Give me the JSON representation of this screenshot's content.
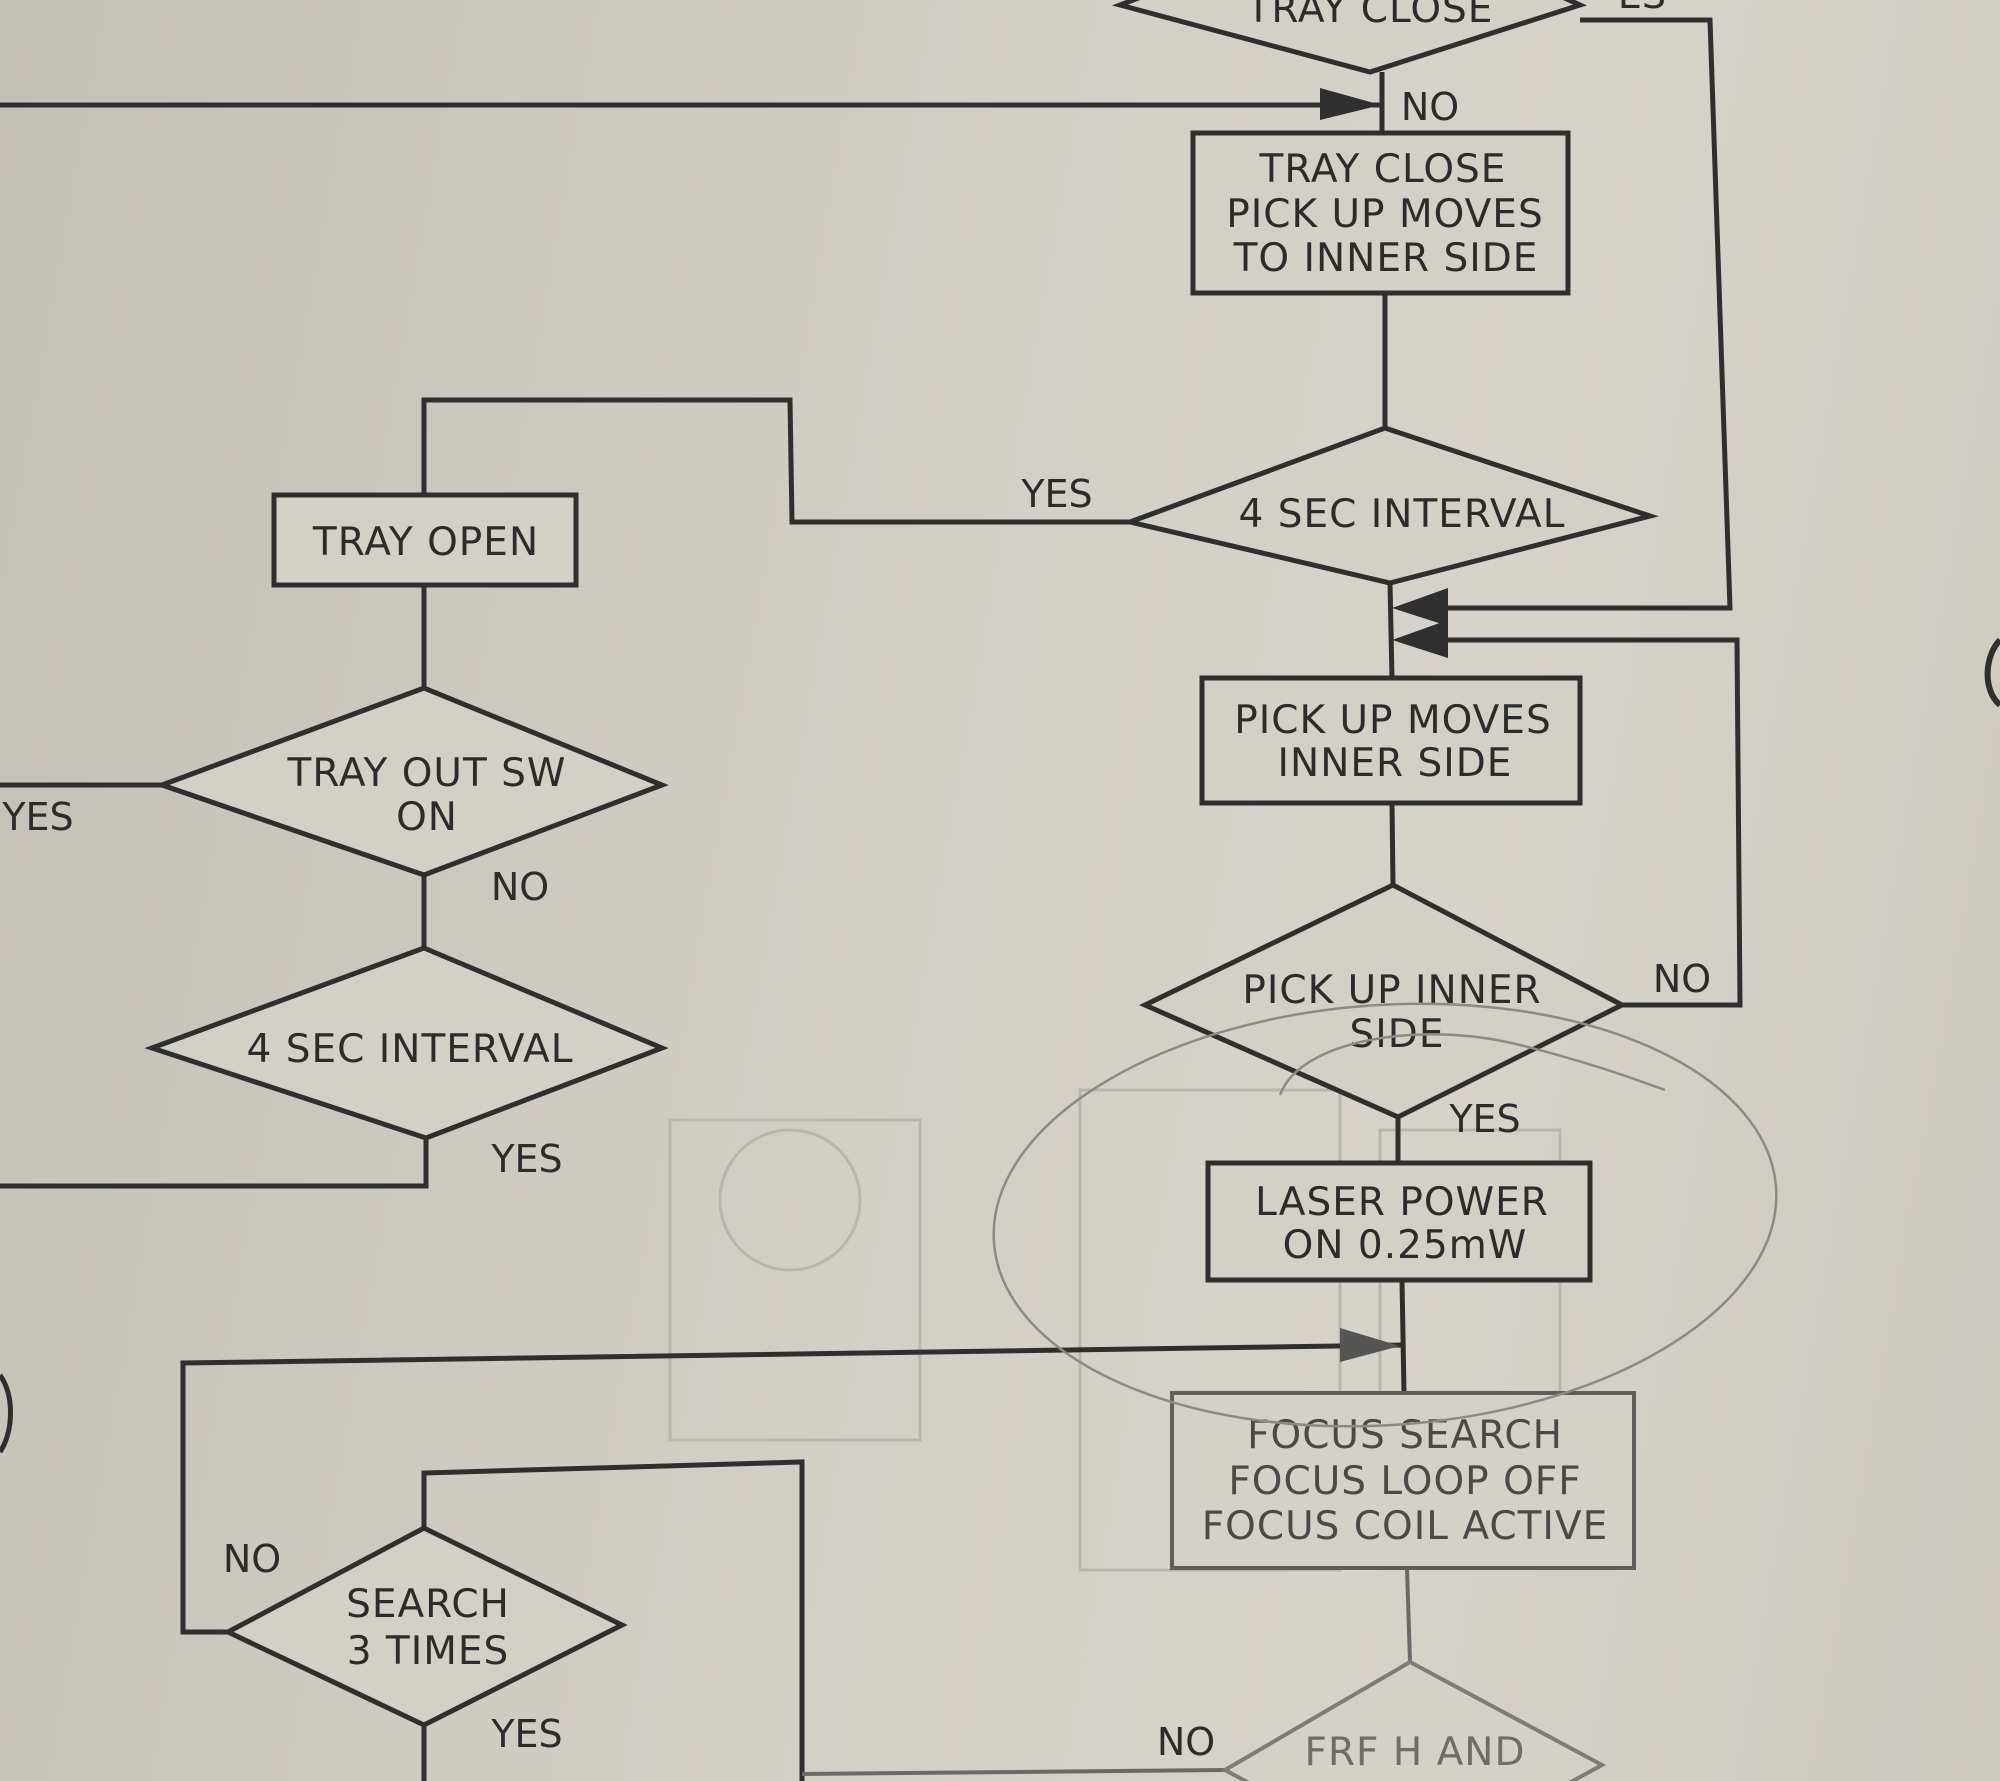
{
  "nodes": {
    "tray_close_top": "TRAY CLOSE",
    "tray_close_box": [
      "TRAY CLOSE",
      "PICK UP MOVES",
      "TO INNER SIDE"
    ],
    "interval_right": "4 SEC INTERVAL",
    "tray_open": "TRAY OPEN",
    "tray_out_sw": [
      "TRAY OUT SW",
      "ON"
    ],
    "pickup_moves_inner": [
      "PICK UP MOVES",
      "INNER SIDE"
    ],
    "pickup_inner_side": [
      "PICK UP INNER",
      "SIDE"
    ],
    "interval_left": "4 SEC INTERVAL",
    "laser_power": [
      "LASER POWER",
      "ON 0.25mW"
    ],
    "focus_search": [
      "FOCUS SEARCH",
      "FOCUS LOOP OFF",
      "FOCUS COIL ACTIVE"
    ],
    "search_3_times": [
      "SEARCH",
      "3 TIMES"
    ],
    "frf_h_and": "FRF H AND"
  },
  "edge_labels": {
    "top_yes_partial": "ES",
    "tray_close_no": "NO",
    "interval_right_yes": "YES",
    "tray_out_sw_yes": "YES",
    "tray_out_sw_no": "NO",
    "pickup_inner_no": "NO",
    "pickup_inner_yes": "YES",
    "interval_left_yes": "YES",
    "search_no": "NO",
    "search_yes": "YES",
    "frf_no": "NO"
  }
}
